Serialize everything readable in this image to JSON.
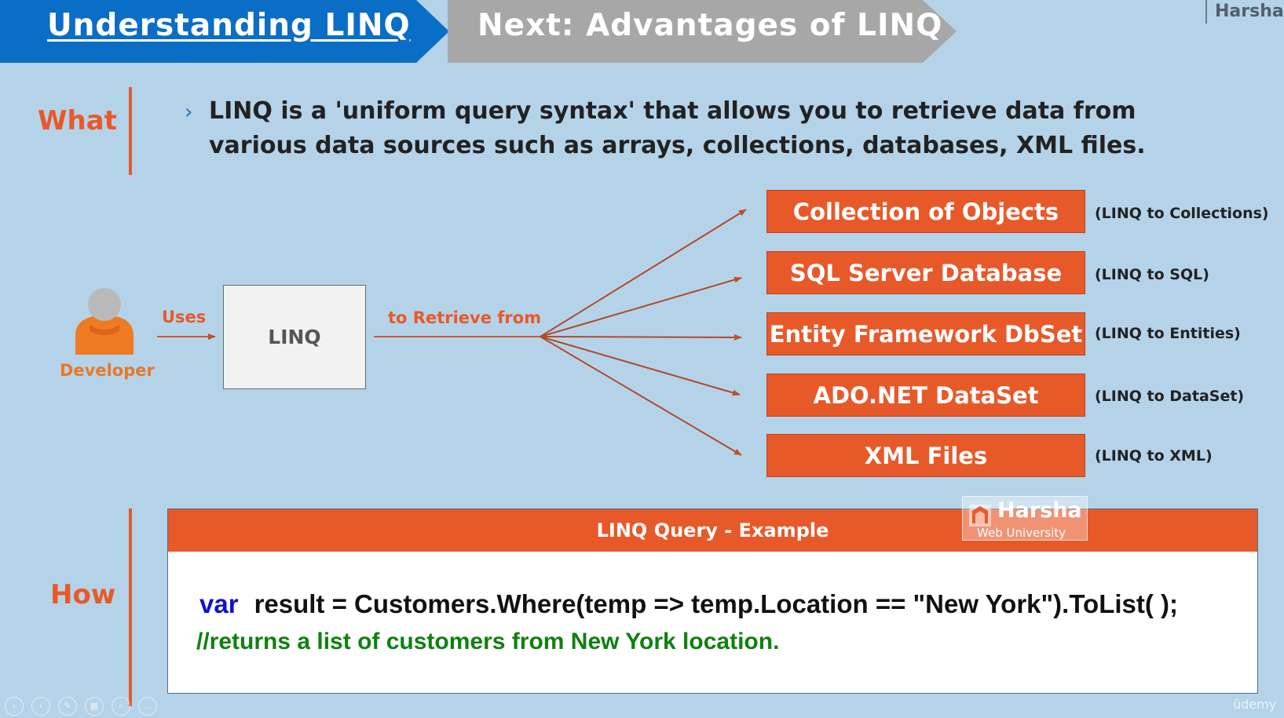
{
  "tabs": {
    "current": "Understanding LINQ",
    "next": "Next: Advantages of LINQ"
  },
  "author": "Harsha",
  "sections": {
    "what_label": "What",
    "how_label": "How"
  },
  "what_text": "LINQ is a 'uniform query syntax' that allows you to retrieve data from various data sources such as arrays, collections, databases, XML files.",
  "diagram": {
    "developer_label": "Developer",
    "uses_label": "Uses",
    "linq_label": "LINQ",
    "retrieve_label": "to Retrieve from",
    "sources": [
      {
        "name": "Collection of Objects",
        "tag": "(LINQ to Collections)"
      },
      {
        "name": "SQL Server Database",
        "tag": "(LINQ to SQL)"
      },
      {
        "name": "Entity Framework DbSet",
        "tag": "(LINQ to Entities)"
      },
      {
        "name": "ADO.NET DataSet",
        "tag": "(LINQ to DataSet)"
      },
      {
        "name": "XML Files",
        "tag": "(LINQ to XML)"
      }
    ]
  },
  "code_example": {
    "header": "LINQ Query - Example",
    "keyword": "var",
    "code": "result = Customers.Where(temp => temp.Location == \"New York\").ToList( );",
    "comment": "//returns a list of customers from New York location."
  },
  "watermark": {
    "title": "Harsha",
    "subtitle": "Web University"
  },
  "platform": "ūdemy",
  "colors": {
    "background": "#b5d3e8",
    "accent_orange": "#e8592a",
    "tab_blue": "#0b6ec6",
    "tab_gray": "#a7a7a7"
  }
}
